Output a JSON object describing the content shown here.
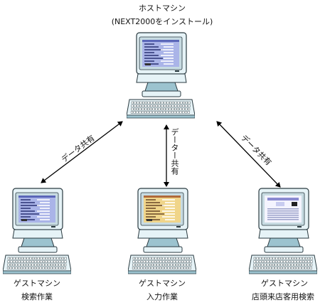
{
  "host": {
    "title": "ホストマシン",
    "subtitle": "(NEXT2000をインストール)"
  },
  "guests": [
    {
      "title": "ゲストマシン",
      "task": "検索作業",
      "screen": "search"
    },
    {
      "title": "ゲストマシン",
      "task": "入力作業",
      "screen": "input"
    },
    {
      "title": "ゲストマシン",
      "task": "店頭来店客用検索",
      "screen": "kiosk"
    }
  ],
  "links": {
    "left": "データ共有",
    "center": "データー共有",
    "right": "データ共有"
  },
  "colors": {
    "case": "#e6f3f7",
    "case_shadow": "#9cc3cf",
    "outline": "#2a3a40",
    "screen_blue": "#aab4e8",
    "screen_yellow": "#f0d58a",
    "screen_white": "#f4f4ff",
    "arrow": "#000000"
  }
}
